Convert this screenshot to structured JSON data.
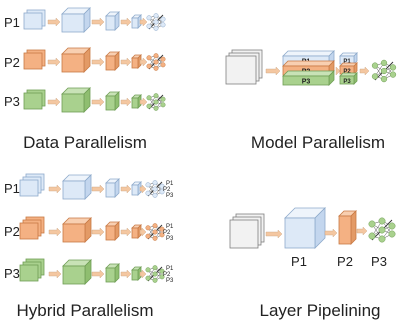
{
  "colors": {
    "blue_front": "#dde9f7",
    "blue_top": "#eef4fb",
    "blue_side": "#c3d6ee",
    "blue_edge": "#8eaacb",
    "orange_front": "#f4b183",
    "orange_top": "#f8cfb1",
    "orange_side": "#e39a66",
    "orange_edge": "#c87a45",
    "green_front": "#a9d18e",
    "green_top": "#c8e2b6",
    "green_side": "#8fbe70",
    "green_edge": "#6f9e55",
    "gray_front": "#f2f2f2",
    "gray_edge": "#7f7f7f",
    "arrow": "#f4c7a1"
  },
  "panels": {
    "data": {
      "title": "Data Parallelism",
      "rows": [
        {
          "label": "P1",
          "color": "blue"
        },
        {
          "label": "P2",
          "color": "orange"
        },
        {
          "label": "P3",
          "color": "green"
        }
      ]
    },
    "model": {
      "title": "Model Parallelism",
      "slices": [
        "P1",
        "P2",
        "P3"
      ]
    },
    "hybrid": {
      "title": "Hybrid Parallelism",
      "rows": [
        {
          "label": "P1",
          "color": "blue"
        },
        {
          "label": "P2",
          "color": "orange"
        },
        {
          "label": "P3",
          "color": "green"
        }
      ],
      "output_labels": [
        "P1",
        "P2",
        "P3"
      ]
    },
    "pipeline": {
      "title": "Layer Pipelining",
      "stage_labels": [
        "P1",
        "P2",
        "P3"
      ]
    }
  }
}
